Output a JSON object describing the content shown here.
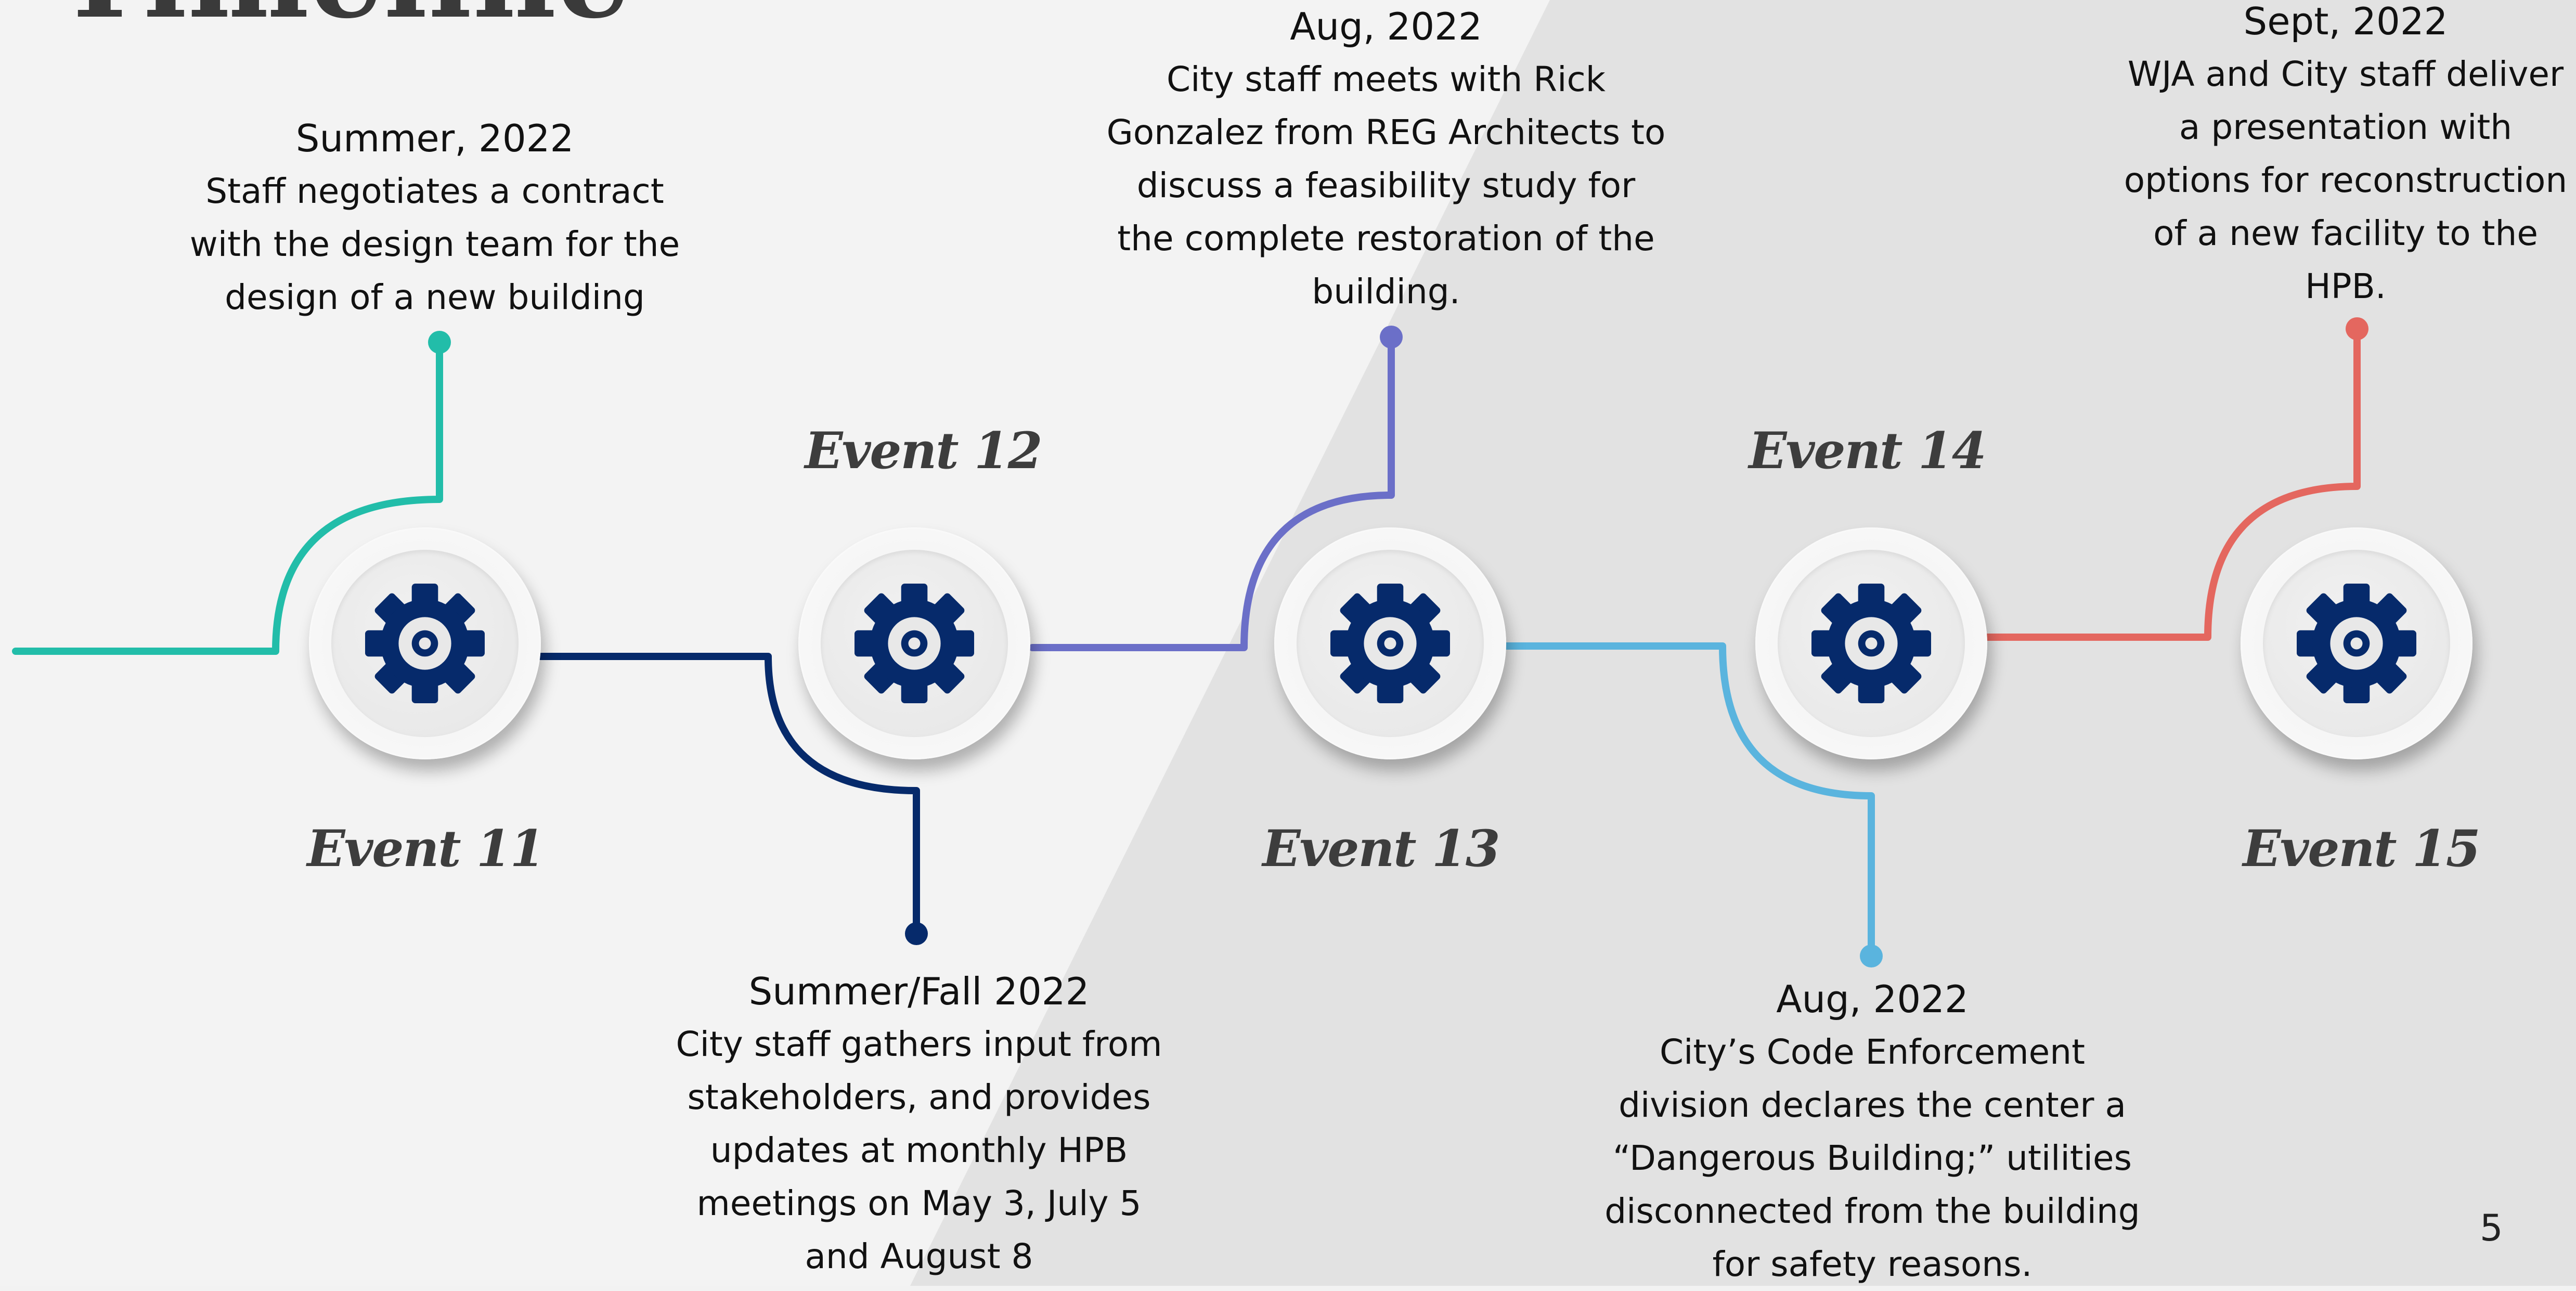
{
  "slide": {
    "title": "Timeline",
    "page_number": "5"
  },
  "colors": {
    "teal": "#22bda9",
    "navy": "#062a6b",
    "purple": "#6b6fc8",
    "lightblue": "#5ab4de",
    "coral": "#e4675f",
    "gear": "#062a6b"
  },
  "events": [
    {
      "label": "Event 11",
      "date": "Summer, 2022",
      "text": "Staff negotiates a contract with the design team for the design of a new building",
      "icon": "gear-icon"
    },
    {
      "label": "Event 12",
      "date": "Summer/Fall 2022",
      "text": "City staff gathers input from stakeholders, and provides updates at monthly HPB meetings on May 3, July 5 and August 8",
      "icon": "gear-icon"
    },
    {
      "label": "Event 13",
      "date": "Aug, 2022",
      "text": "City staff meets with Rick Gonzalez from REG Architects to discuss a feasibility study for the complete restoration of the building.",
      "icon": "gear-icon"
    },
    {
      "label": "Event 14",
      "date": "Aug, 2022",
      "text": "City’s Code Enforcement division declares the center a “Dangerous Building;”  utilities disconnected from the building for safety reasons.",
      "icon": "gear-icon"
    },
    {
      "label": "Event 15",
      "date": "Sept, 2022",
      "text": "WJA and City staff deliver a presentation with options for reconstruction of a new facility to the HPB.",
      "icon": "gear-icon"
    }
  ]
}
